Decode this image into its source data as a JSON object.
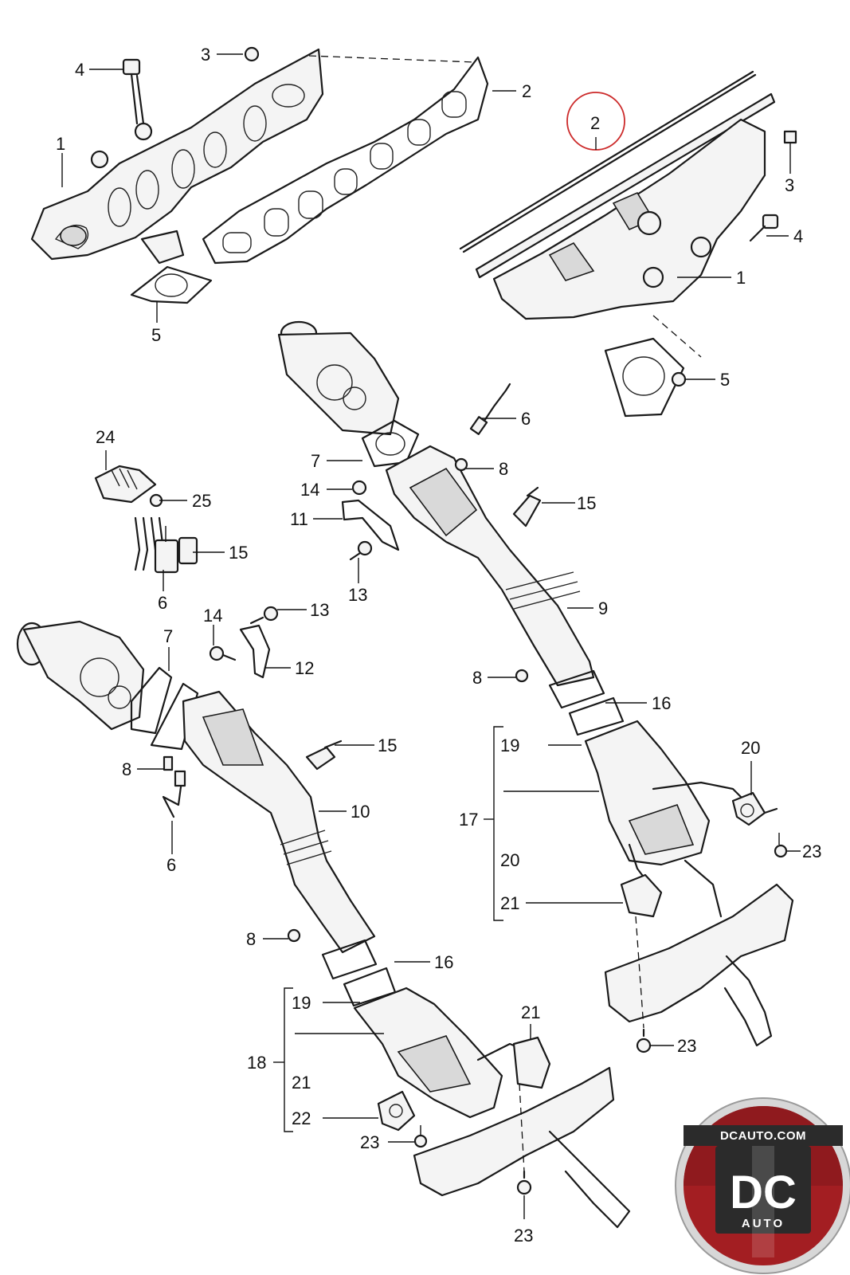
{
  "callouts": {
    "manifold_left": {
      "bolt": "4",
      "nut": "3",
      "gasket": "2",
      "manifold": "1",
      "flange_gasket": "5"
    },
    "manifold_right": {
      "highlighted": "2",
      "nut": "3",
      "bolt": "4",
      "manifold": "1",
      "flange_gasket": "5"
    },
    "upper_pipe": {
      "sensor": "6",
      "gasket": "7",
      "nut": "8",
      "bolt_a": "14",
      "sensor_b": "15",
      "bracket": "11",
      "bolt_b": "13",
      "pipe": "9",
      "nut_b": "8",
      "gasket_b": "16"
    },
    "connector_group": {
      "holder": "24",
      "nut": "25",
      "connector": "15",
      "plug": "6"
    },
    "lower_pipe": {
      "bolt_a": "13",
      "bolt_b": "14",
      "gasket": "7",
      "bracket": "12",
      "sensor": "15",
      "nut": "8",
      "pipe": "10",
      "plug": "6",
      "nut_b": "8",
      "gasket_b": "16"
    },
    "converter_right": {
      "group": "17",
      "stud": "19",
      "bracket": "20",
      "bracket_b": "20",
      "hanger": "21",
      "bolt": "23",
      "bolt_b": "23"
    },
    "converter_left": {
      "group": "18",
      "stud": "19",
      "hanger": "21",
      "hanger_b": "21",
      "mount": "22",
      "bolt": "23",
      "bolt_b": "23"
    }
  },
  "watermark": {
    "url": "DCAUTO.COM",
    "letters": "DC",
    "word": "AUTO",
    "colors": {
      "red": "#a31e22",
      "rim": "#d7d7d7",
      "dark": "#2b2b2b"
    }
  },
  "icons": {
    "logo": "dc-auto-badge-icon"
  },
  "colors": {
    "highlight": "#cc2a2a",
    "line": "#1a1a1a"
  }
}
